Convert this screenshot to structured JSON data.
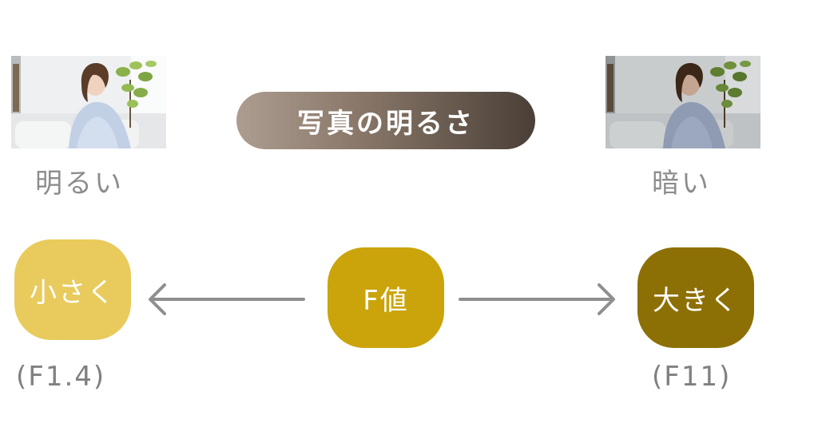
{
  "title": "写真の明るさ",
  "left": {
    "caption": "明るい",
    "node_label": "小さく",
    "f_value": "(F1.4)",
    "color": "#e8cb5c"
  },
  "center": {
    "node_label": "F値",
    "color": "#caa40a"
  },
  "right": {
    "caption": "暗い",
    "node_label": "大きく",
    "f_value": "(F11)",
    "color": "#8d7005"
  },
  "icons": {
    "arrow_left": "arrow-left-icon",
    "arrow_right": "arrow-right-icon"
  }
}
